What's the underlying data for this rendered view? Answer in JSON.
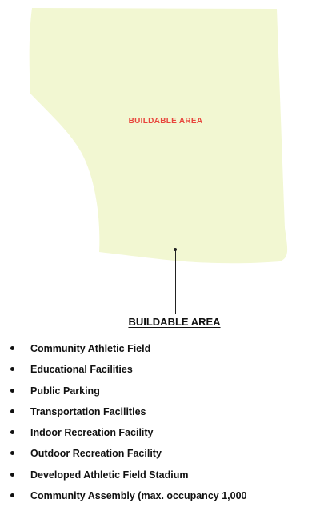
{
  "map": {
    "fill_color": "#f2f7d2",
    "area_label": "BUILDABLE AREA",
    "area_label_color": "#e8453c"
  },
  "section": {
    "heading": "BUILDABLE AREA"
  },
  "uses": [
    "Community Athletic Field",
    "Educational Facilities",
    "Public Parking",
    "Transportation Facilities",
    "Indoor Recreation Facility",
    "Outdoor Recreation Facility",
    "Developed Athletic Field Stadium",
    "Community Assembly (max. occupancy 1,000"
  ]
}
